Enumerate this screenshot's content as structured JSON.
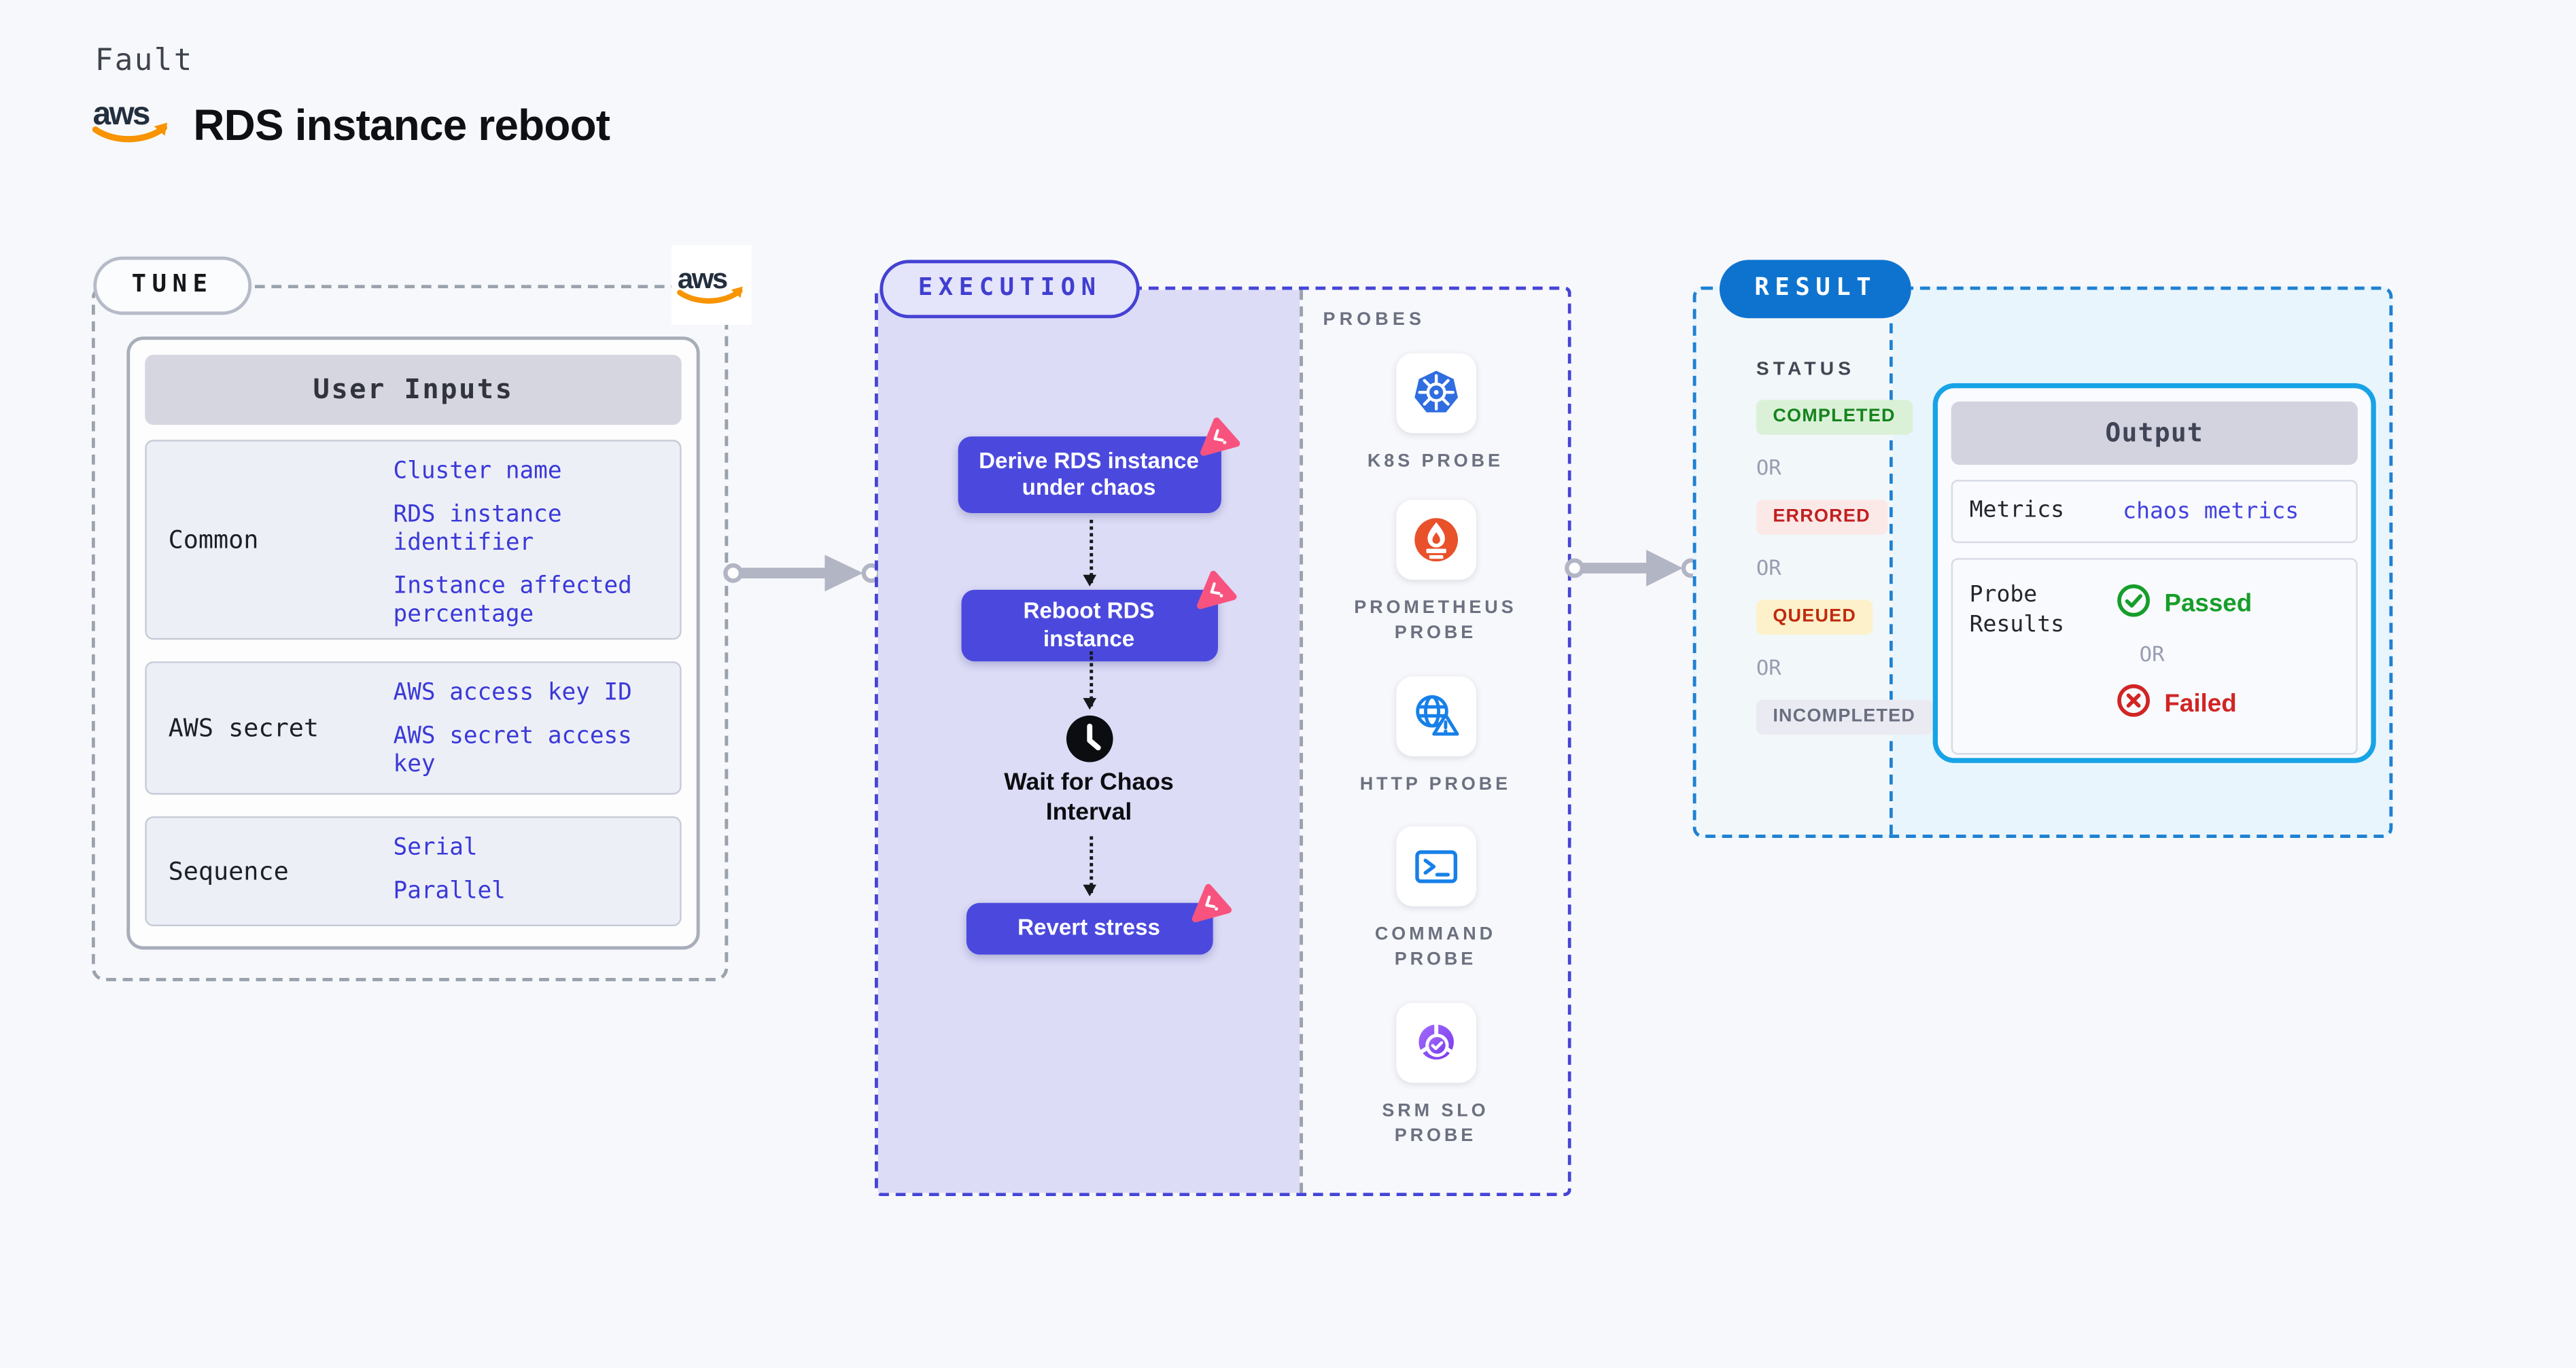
{
  "header": {
    "eyebrow": "Fault",
    "title": "RDS instance reboot"
  },
  "tune": {
    "badge": "TUNE",
    "table_header": "User Inputs",
    "rows": [
      {
        "label": "Common",
        "values": [
          "Cluster name",
          "RDS instance identifier",
          "Instance affected percentage"
        ]
      },
      {
        "label": "AWS secret",
        "values": [
          "AWS access key ID",
          "AWS secret access key"
        ]
      },
      {
        "label": "Sequence",
        "values": [
          "Serial",
          "Parallel"
        ]
      }
    ]
  },
  "execution": {
    "badge": "EXECUTION",
    "nodes": [
      "Derive RDS instance under chaos",
      "Reboot RDS instance",
      "Revert stress"
    ],
    "wait_step": "Wait for Chaos Interval",
    "probes": {
      "title": "PROBES",
      "items": [
        "K8S PROBE",
        "PROMETHEUS PROBE",
        "HTTP PROBE",
        "COMMAND PROBE",
        "SRM SLO PROBE"
      ]
    }
  },
  "result": {
    "badge": "RESULT",
    "status": {
      "title": "STATUS",
      "separator": "OR",
      "options": [
        "COMPLETED",
        "ERRORED",
        "QUEUED",
        "INCOMPLETED"
      ]
    },
    "output": {
      "header": "Output",
      "metrics_label": "Metrics",
      "metrics_link": "chaos metrics",
      "probe_results_label": "Probe Results",
      "passed": "Passed",
      "separator": "OR",
      "failed": "Failed"
    }
  },
  "colors": {
    "page_bg": "#f7f8fb",
    "lavender": "#dcdcf6",
    "node_indigo": "#4b49dd",
    "execution_accent": "#4441d3",
    "chaos_pink": "#f8537f",
    "tune_dash": "#9aa2ad",
    "result_accent": "#1e81d2",
    "result_badge_bg": "#0e73cf",
    "output_border": "#17a3e6",
    "link_blue": "#3a39d8",
    "passed_green": "#169e2a",
    "failed_red": "#d12525",
    "completed_green": "#15831d",
    "queued_amber_bg": "#fcf1ca",
    "aws_orange": "#f79400",
    "k8s_blue": "#2f6de0",
    "prometheus_orange": "#e8512a",
    "probe_icon_blue": "#1780e8",
    "srm_purple": "#8a4ff2"
  }
}
